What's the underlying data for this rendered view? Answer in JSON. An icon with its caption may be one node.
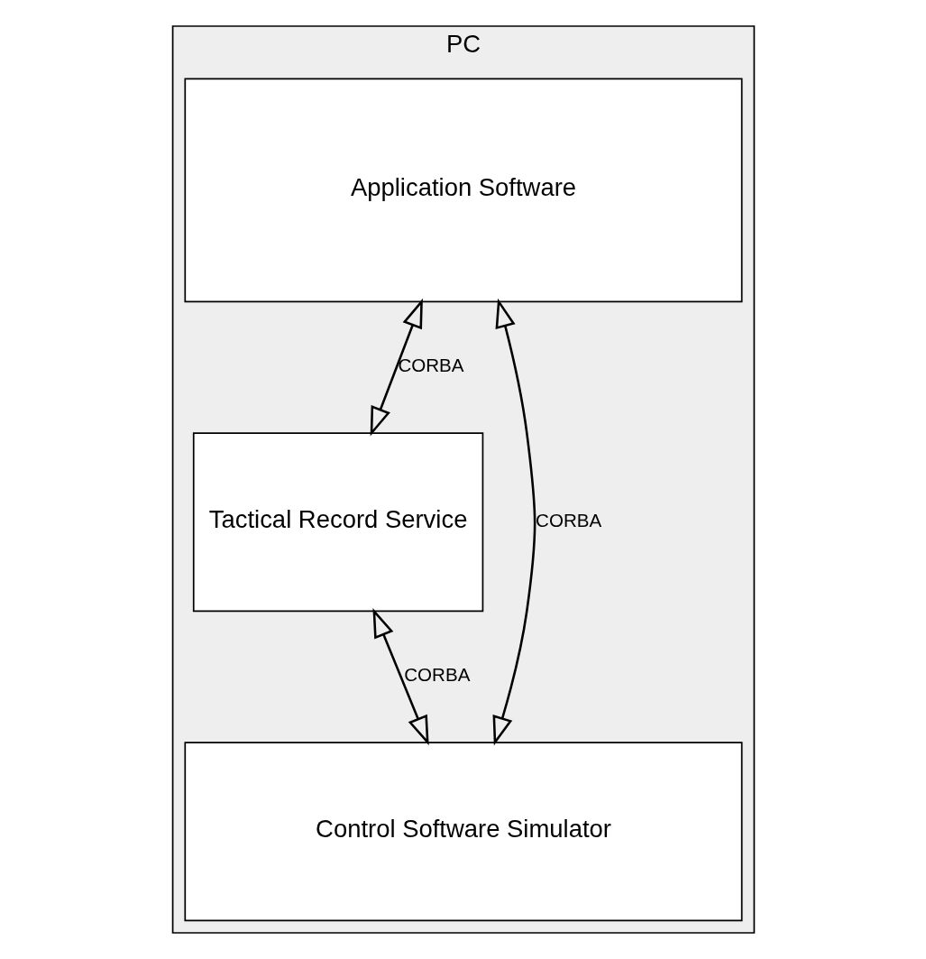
{
  "diagram": {
    "nodes": [
      {
        "text": [
          "PC"
        ]
      },
      {
        "text": [
          "Application Software"
        ],
        "in": 0
      },
      {
        "text": [
          "Tactical Record Service"
        ],
        "in": 0
      },
      {
        "text": [
          "Control Software Simulator"
        ],
        "in": 0
      }
    ],
    "edges": [
      {
        "from": 1,
        "to": 3,
        "arrow": "both",
        "label": "CORBA"
      },
      {
        "from": 1,
        "to": 2,
        "arrow": "both",
        "label": "CORBA"
      },
      {
        "from": 2,
        "to": 3,
        "arrow": "both",
        "label": "CORBA"
      }
    ]
  }
}
